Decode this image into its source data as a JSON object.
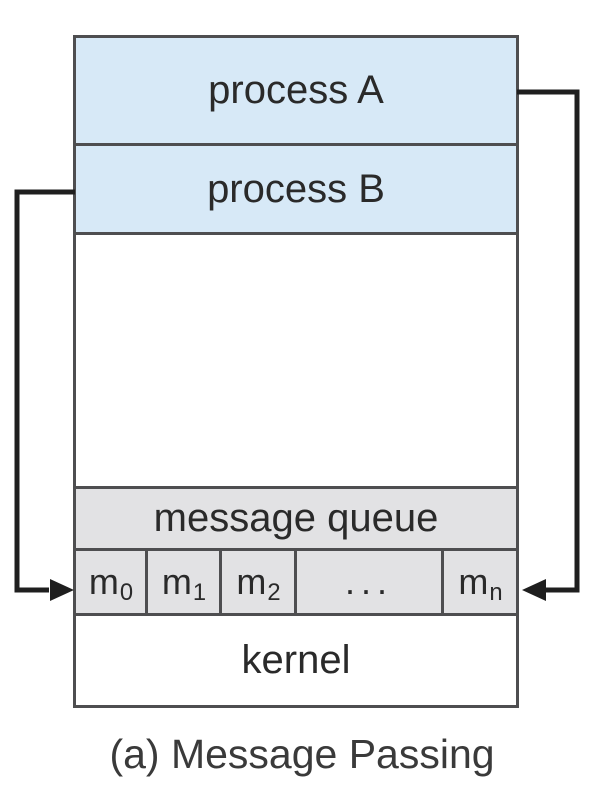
{
  "figure": {
    "caption": "(a) Message Passing",
    "boxes": {
      "process_a": "process A",
      "process_b": "process B",
      "message_queue": "message queue",
      "kernel": "kernel"
    },
    "queue_cells": [
      {
        "base": "m",
        "sub": "0"
      },
      {
        "base": "m",
        "sub": "1"
      },
      {
        "base": "m",
        "sub": "2"
      },
      {
        "base": "...",
        "sub": ""
      },
      {
        "base": "m",
        "sub": "n"
      }
    ],
    "icons": {
      "left_arrowhead": "arrow-right-icon",
      "right_arrowhead": "arrow-left-icon"
    },
    "colors": {
      "process-fill": "#d7e9f7",
      "queue-fill": "#e2e2e4",
      "box-border": "#4e4e50",
      "arrow": "#1f1f1f",
      "text": "#2a2a2a",
      "caption-text": "#3a3a3a"
    }
  }
}
